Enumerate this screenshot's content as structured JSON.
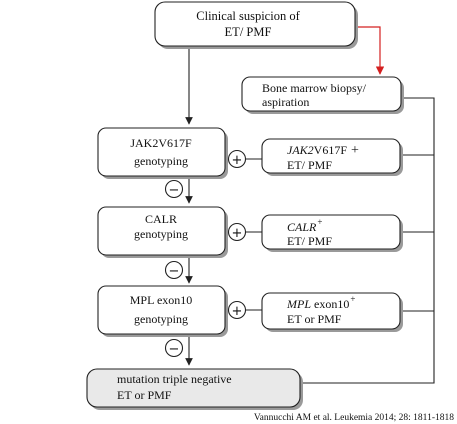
{
  "diagram": {
    "start": {
      "line1": "Clinical suspicion of",
      "line2": "ET/ PMF"
    },
    "biopsy": {
      "line1": "Bone marrow biopsy/",
      "line2": "aspiration"
    },
    "jak2_test": {
      "line1": "JAK2V617F",
      "line2": "genotyping"
    },
    "calr_test": {
      "line1": "CALR",
      "line2": "genotyping"
    },
    "mpl_test": {
      "line1": "MPL exon10",
      "line2": "genotyping"
    },
    "jak2_result": {
      "gene": "JAK2",
      "mut": "V617F",
      "sign": "+",
      "dx": "ET/ PMF"
    },
    "calr_result": {
      "gene": "CALR",
      "sign": "+",
      "dx": "ET/ PMF"
    },
    "mpl_result": {
      "gene": "MPL",
      "mut": " exon10",
      "sign": "+",
      "dx": "ET or PMF"
    },
    "triple_negative": {
      "line1": "mutation triple negative",
      "line2": "ET or PMF"
    },
    "plus_symbol": "+",
    "minus_symbol": "−",
    "citation": "Vannucchi AM et al. Leukemia 2014; 28: 1811-1818"
  }
}
